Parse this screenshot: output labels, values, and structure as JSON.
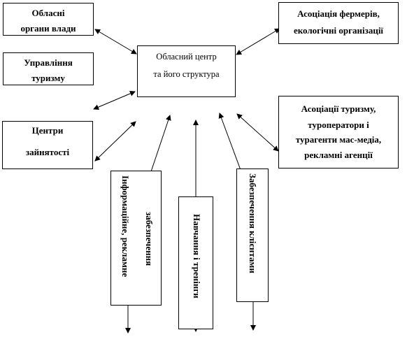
{
  "nodes": {
    "regional_authorities": {
      "lines": [
        "Обласні",
        "органи влади"
      ]
    },
    "tourism_department": {
      "lines": [
        "Управління",
        "туризму"
      ]
    },
    "employment_centers": {
      "lines": [
        "Центри",
        "зайнятості"
      ]
    },
    "regional_center": {
      "lines": [
        "Обласний центр",
        "та його структура"
      ]
    },
    "farmer_associations": {
      "lines": [
        "Асоціація фермерів,",
        "екологічні організації"
      ]
    },
    "tourism_associations": {
      "lines": [
        "Асоціації туризму,",
        "туроператори і",
        "турагенти мас-медіа,",
        "рекламні агенції"
      ]
    },
    "info_support": {
      "lines": [
        "Інформаційне, рекламне",
        "забезпечення"
      ]
    },
    "training": {
      "lines": [
        "Навчання і тренінги"
      ]
    },
    "client_support": {
      "lines": [
        "Забезпечення клієнтами"
      ]
    }
  },
  "colors": {
    "stroke": "#000000",
    "background": "#ffffff"
  }
}
